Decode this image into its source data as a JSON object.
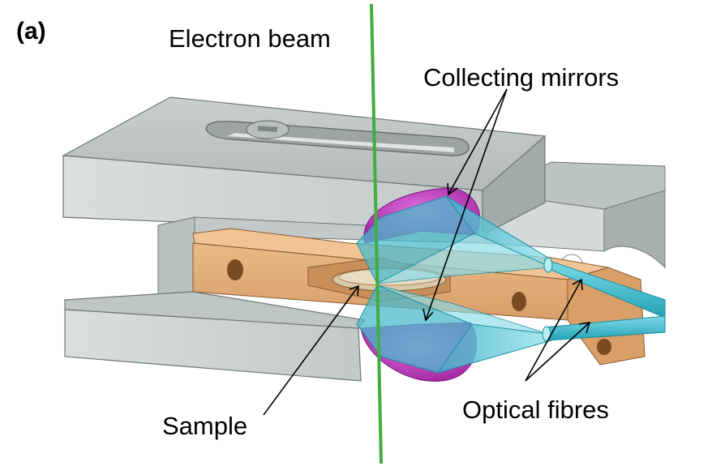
{
  "figure": {
    "panel_label": "(a)",
    "labels": {
      "electron_beam": "Electron beam",
      "collecting_mirrors": "Collecting mirrors",
      "sample": "Sample",
      "optical_fibres": "Optical fibres"
    }
  },
  "colors": {
    "holder_grey": "#cdd3d3",
    "holder_dark": "#9aa1a1",
    "copper": "#e2ad78",
    "copper_dark": "#b47e4f",
    "beam_green": "#3fae3f",
    "mirror_magenta": "#c640c6",
    "light_cyan": "#5fc8d8",
    "fibre_cyan": "#35b6c8"
  }
}
